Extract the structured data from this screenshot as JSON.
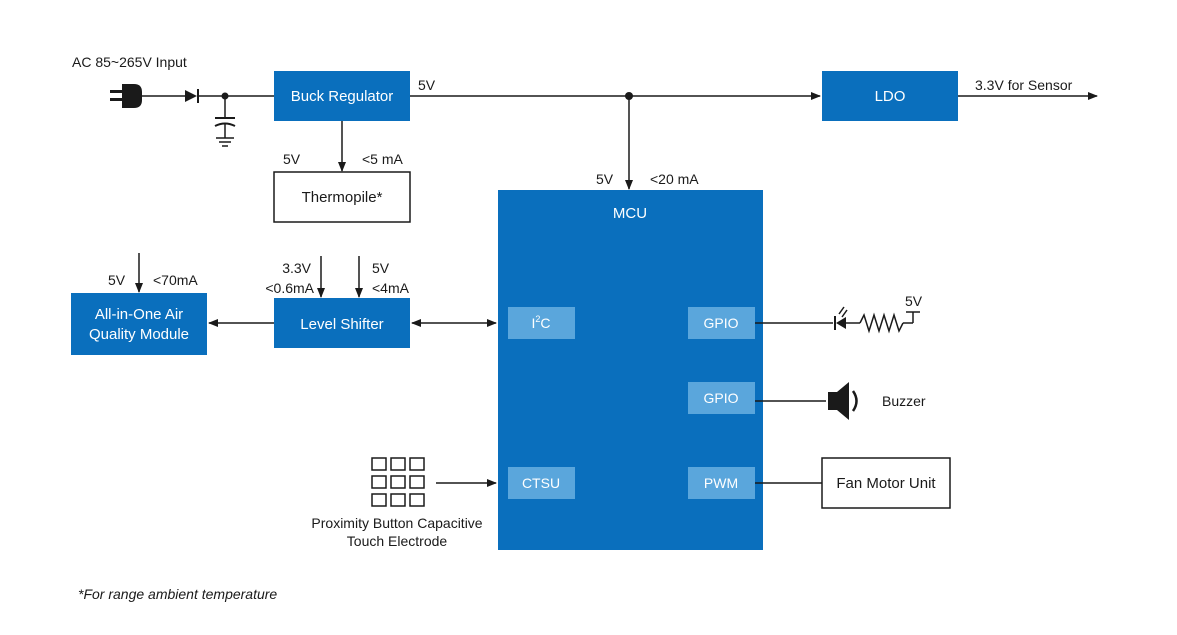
{
  "colors": {
    "block": "#0a6fbd",
    "port": "#5aa6dc",
    "line": "#1a1a1a"
  },
  "input": {
    "label": "AC 85~265V Input",
    "icon": "ac-plug-icon"
  },
  "buck": {
    "label": "Buck Regulator",
    "out_label": "5V"
  },
  "thermopile": {
    "label": "Thermopile*",
    "voltage": "5V",
    "current": "<5 mA"
  },
  "ldo": {
    "label": "LDO",
    "out_label": "3.3V for Sensor"
  },
  "mcu": {
    "label": "MCU",
    "voltage": "5V",
    "current": "<20 mA",
    "ports": {
      "i2c_main": "I",
      "i2c_sup": "2",
      "i2c_tail": "C",
      "gpio1": "GPIO",
      "gpio2": "GPIO",
      "ctsu": "CTSU",
      "pwm": "PWM"
    }
  },
  "level_shifter": {
    "label": "Level Shifter",
    "v1": "3.3V",
    "i1": "<0.6mA",
    "v2": "5V",
    "i2": "<4mA"
  },
  "air_module": {
    "line1": "All-in-One Air",
    "line2": "Quality Module",
    "voltage": "5V",
    "current": "<70mA"
  },
  "led": {
    "voltage": "5V",
    "icon": "led-resistor-icon"
  },
  "buzzer": {
    "label": "Buzzer",
    "icon": "speaker-icon"
  },
  "fan": {
    "label": "Fan Motor Unit"
  },
  "touch": {
    "line1": "Proximity Button Capacitive",
    "line2": "Touch Electrode",
    "icon": "touch-grid-icon"
  },
  "footnote": "*For range ambient temperature"
}
